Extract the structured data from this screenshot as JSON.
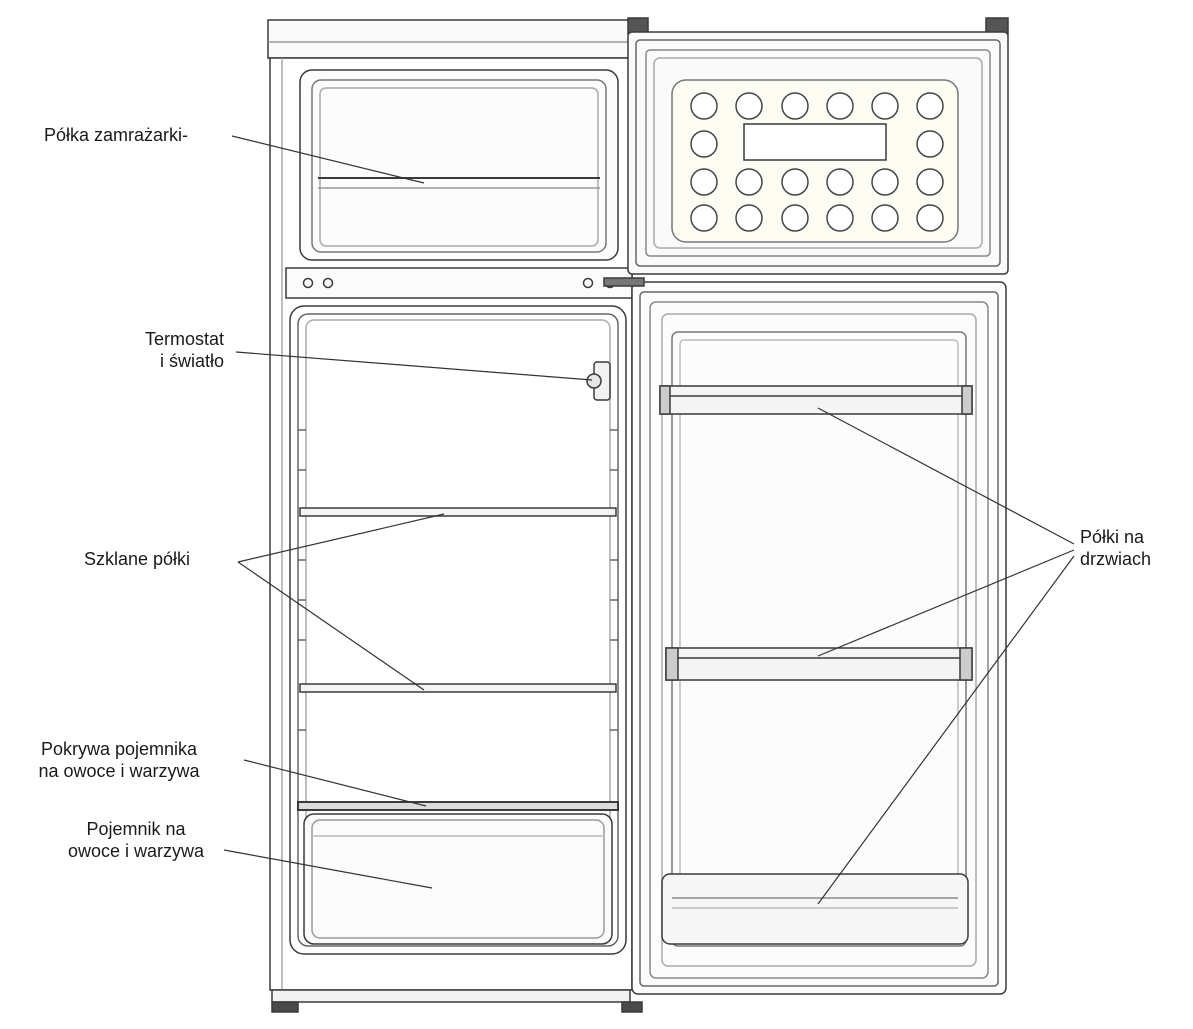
{
  "labels": {
    "freezer_shelf": "Półka zamrażarki-",
    "thermostat": [
      "Termostat",
      "i światło"
    ],
    "glass_shelves": "Szklane półki",
    "crisper_cover": [
      "Pokrywa pojemnika",
      "na owoce i warzywa"
    ],
    "crisper": [
      "Pojemnik na",
      "owoce i warzywa"
    ],
    "door_shelves": [
      "Półki na",
      "drzwiach"
    ]
  }
}
